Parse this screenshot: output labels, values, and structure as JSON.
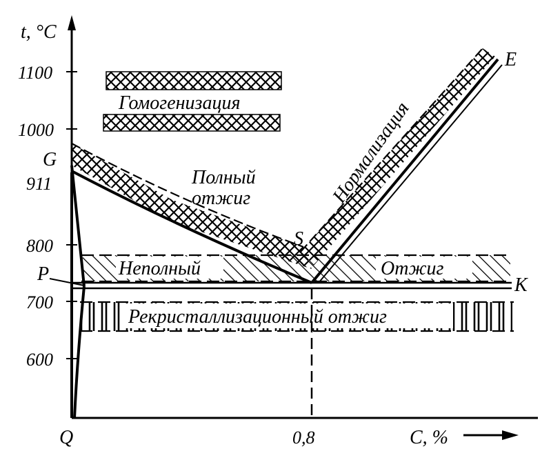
{
  "axes": {
    "y_label": "t, °C",
    "x_label": "C, %",
    "origin_label": "Q",
    "y_ticks": [
      {
        "value": 1100,
        "label": "1100"
      },
      {
        "value": 1000,
        "label": "1000"
      },
      {
        "value": 911,
        "label": "911"
      },
      {
        "value": 800,
        "label": "800"
      },
      {
        "value": 700,
        "label": "700"
      },
      {
        "value": 600,
        "label": "600"
      }
    ],
    "x_ticks": [
      {
        "value": 0.8,
        "label": "0,8"
      }
    ]
  },
  "points": {
    "G": "G",
    "P": "P",
    "S": "S",
    "E": "E",
    "K": "K"
  },
  "zones": {
    "homogenization": "Гомогенизация",
    "full_anneal_line1": "Полный",
    "full_anneal_line2": "отжиг",
    "normalization": "Нормализация",
    "incomplete": "Неполный",
    "anneal": "Отжиг",
    "recrystallization": "Рекристаллизационный отжиг"
  }
}
